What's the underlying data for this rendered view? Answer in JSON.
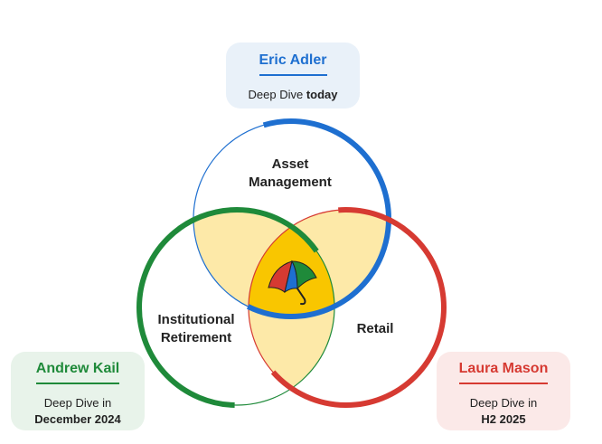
{
  "cards": {
    "eric": {
      "name": "Eric Adler",
      "line1_prefix": "Deep Dive ",
      "line1_bold": "today"
    },
    "andrew": {
      "name": "Andrew Kail",
      "line1": "Deep Dive in",
      "line2": "December 2024"
    },
    "laura": {
      "name": "Laura Mason",
      "line1": "Deep Dive in",
      "line2": "H2 2025"
    }
  },
  "circles": {
    "asset": {
      "label_line1": "Asset",
      "label_line2": "Management",
      "color": "#1e6fd0"
    },
    "institutional": {
      "label_line1": "Institutional",
      "label_line2": "Retirement",
      "color": "#1f8a3a"
    },
    "retail": {
      "label": "Retail",
      "color": "#d63a32"
    }
  },
  "colors": {
    "pairwise_overlap": "#fde9a8",
    "center_overlap": "#f9c600"
  },
  "center_icon": "umbrella-icon"
}
